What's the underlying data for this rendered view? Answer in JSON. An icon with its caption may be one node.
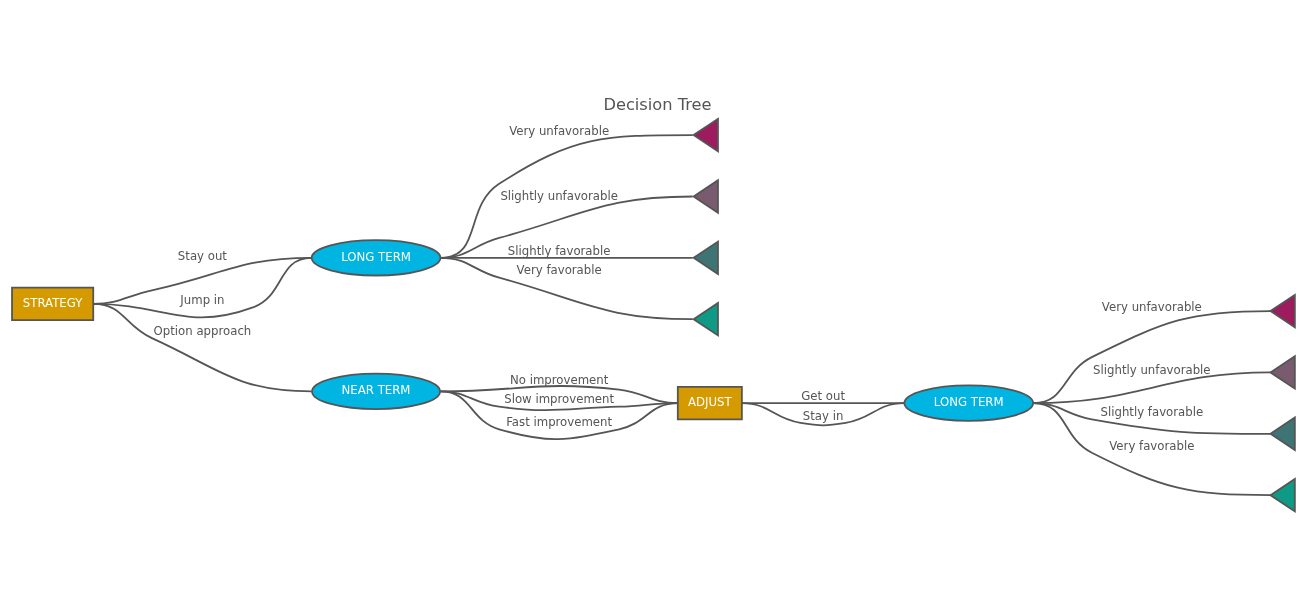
{
  "diagram": {
    "title": "Decision Tree",
    "nodes": [
      {
        "text": [
          "STRATEGY"
        ]
      },
      {
        "text": [
          "LONG TERM"
        ]
      },
      {
        "text": [
          "NEAR TERM"
        ]
      },
      {
        "text": [
          "ADJUST"
        ]
      },
      {
        "text": [
          "LONG TERM"
        ]
      },
      {
        "text": [],
        "shape": "triangle"
      },
      {
        "text": [],
        "shape": "triangle"
      },
      {
        "text": [],
        "shape": "triangle"
      },
      {
        "text": [],
        "shape": "triangle"
      },
      {
        "text": [],
        "shape": "triangle"
      },
      {
        "text": [],
        "shape": "triangle"
      },
      {
        "text": [],
        "shape": "triangle"
      },
      {
        "text": [],
        "shape": "triangle"
      }
    ],
    "edges": [
      {
        "from": 0,
        "to": 1,
        "arrow": "none",
        "label": "Stay out"
      },
      {
        "from": 0,
        "to": 1,
        "arrow": "none",
        "label": "Jump in"
      },
      {
        "from": 0,
        "to": 2,
        "arrow": "none",
        "label": "Option approach"
      },
      {
        "from": 1,
        "to": 5,
        "arrow": "none",
        "label": "Very unfavorable"
      },
      {
        "from": 1,
        "to": 6,
        "arrow": "none",
        "label": "Slightly unfavorable"
      },
      {
        "from": 1,
        "to": 7,
        "arrow": "none",
        "label": "Slightly favorable"
      },
      {
        "from": 1,
        "to": 8,
        "arrow": "none",
        "label": "Very favorable"
      },
      {
        "from": 2,
        "to": 3,
        "arrow": "none",
        "label": "No improvement"
      },
      {
        "from": 2,
        "to": 3,
        "arrow": "none",
        "label": "Slow improvement"
      },
      {
        "from": 2,
        "to": 3,
        "arrow": "none",
        "label": "Fast improvement"
      },
      {
        "from": 3,
        "to": 4,
        "arrow": "none",
        "label": "Get out"
      },
      {
        "from": 3,
        "to": 4,
        "arrow": "none",
        "label": "Stay in"
      },
      {
        "from": 4,
        "to": 9,
        "arrow": "none",
        "label": "Very unfavorable"
      },
      {
        "from": 4,
        "to": 10,
        "arrow": "none",
        "label": "Slightly unfavorable"
      },
      {
        "from": 4,
        "to": 11,
        "arrow": "none",
        "label": "Slightly favorable"
      },
      {
        "from": 4,
        "to": 12,
        "arrow": "none",
        "label": "Very favorable"
      }
    ]
  }
}
